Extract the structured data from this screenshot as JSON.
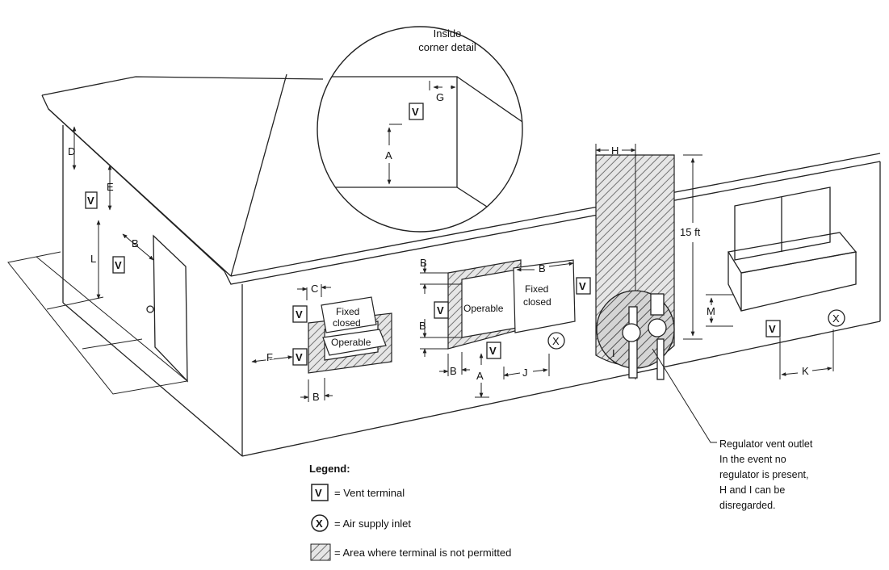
{
  "inset": {
    "title_line1": "Inside",
    "title_line2": "corner detail",
    "dim_g": "G",
    "dim_a": "A",
    "vent": "V"
  },
  "left_wall": {
    "dim_d": "D",
    "dim_e": "E",
    "dim_l": "L",
    "dim_b": "B",
    "vent_top": "V",
    "vent_low": "V"
  },
  "front_window": {
    "fixed_line1": "Fixed",
    "fixed_line2": "closed",
    "operable": "Operable",
    "dim_c": "C",
    "dim_f": "F",
    "dim_b": "B",
    "vent_upper": "V",
    "vent_lower": "V"
  },
  "center_window": {
    "operable": "Operable",
    "fixed_line1": "Fixed",
    "fixed_line2": "closed",
    "dim_b_top": "B",
    "dim_b_mid": "B",
    "dim_b_right": "B",
    "dim_b_bottom": "B",
    "dim_a": "A",
    "dim_j": "J",
    "vent_left": "V",
    "vent_bottom": "V",
    "vent_right": "V",
    "air": "X"
  },
  "regulator": {
    "dim_h": "H",
    "dim_15ft": "15 ft",
    "dim_i": "I",
    "note_line1": "Regulator vent outlet",
    "note_line2": "In the event no",
    "note_line3": "regulator is present,",
    "note_line4": "H and I can be",
    "note_line5": "disregarded."
  },
  "right_window": {
    "dim_m": "M",
    "dim_k": "K",
    "vent": "V",
    "air": "X"
  },
  "legend": {
    "title": "Legend:",
    "vent_symbol": "V",
    "vent_text": "= Vent terminal",
    "air_symbol": "X",
    "air_text": "= Air supply inlet",
    "area_text": "= Area where terminal is not permitted"
  }
}
